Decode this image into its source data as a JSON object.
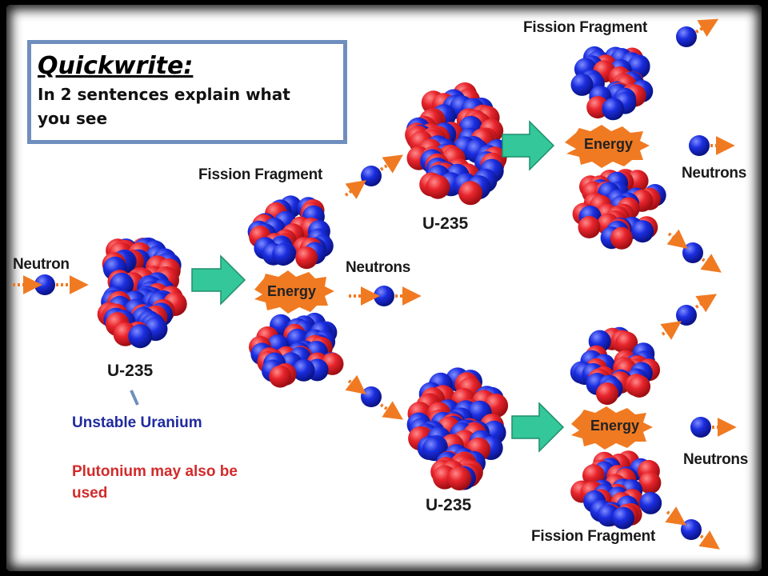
{
  "quickwrite": {
    "title": "Quickwrite:",
    "prompt": "In 2 sentences explain what you see"
  },
  "labels": {
    "neutron": "Neutron",
    "u235_first": "U-235",
    "u235_top": "U-235",
    "u235_bottom": "U-235",
    "fission_fragment_left": "Fission Fragment",
    "fission_fragment_top_right": "Fission Fragment",
    "fission_fragment_bottom_right": "Fission Fragment",
    "energy_left": "Energy",
    "energy_top": "Energy",
    "energy_bottom": "Energy",
    "neutrons_middle": "Neutrons",
    "neutrons_top_right": "Neutrons",
    "neutrons_bottom_right": "Neutrons"
  },
  "notes": {
    "unstable": "Unstable Uranium",
    "plutonium": "Plutonium may also be used"
  },
  "colors": {
    "proton": "#e8242c",
    "neutron": "#1b2ee0",
    "arrow": "#f07a22",
    "big_arrow": "#33c79a",
    "energy_burst": "#f07a22",
    "quickwrite_border": "#6f8fbd",
    "unstable_text": "#1f2a9e",
    "plutonium_text": "#d22a2a"
  }
}
